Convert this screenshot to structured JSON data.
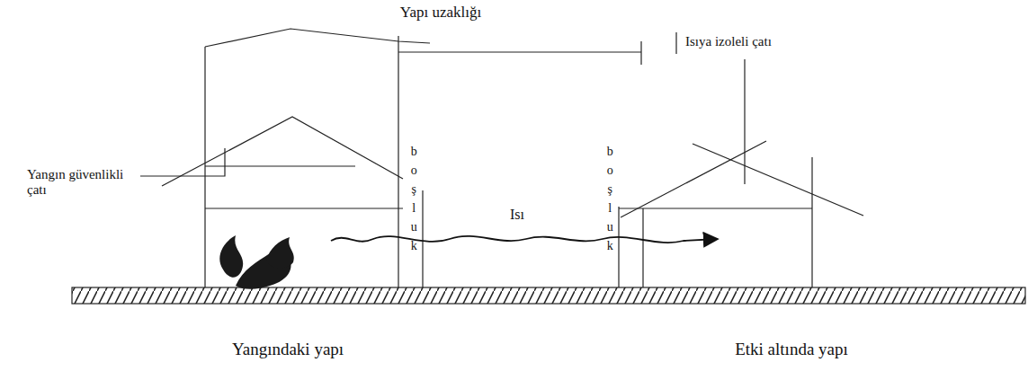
{
  "diagram": {
    "labels": [
      "Yapı uzaklığı",
      "Yangın güvenlikli çatı",
      "Isıya izoleli çatı",
      "boşluk",
      "Isı",
      "boşluk",
      "Yangındaki yapı",
      "Etki altında yapı"
    ]
  }
}
